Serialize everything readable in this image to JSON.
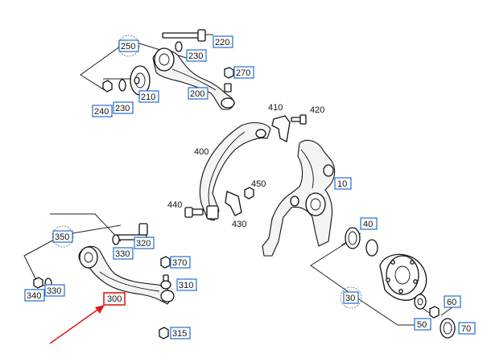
{
  "labels": {
    "p10": "10",
    "p30": "30",
    "p40": "40",
    "p50": "50",
    "p60": "60",
    "p70": "70",
    "p200": "200",
    "p210": "210",
    "p220": "220",
    "p230a": "230",
    "p230b": "230",
    "p240": "240",
    "p250": "250",
    "p270": "270",
    "p300": "300",
    "p310": "310",
    "p315": "315",
    "p320": "320",
    "p330a": "330",
    "p330b": "330",
    "p340": "340",
    "p350": "350",
    "p370": "370",
    "p400": "400",
    "p410": "410",
    "p420": "420",
    "p430": "430",
    "p440": "440",
    "p450": "450"
  },
  "colors": {
    "label_border": "#1f6fd1",
    "highlight": "#e01b1b"
  },
  "highlighted_part": "300"
}
